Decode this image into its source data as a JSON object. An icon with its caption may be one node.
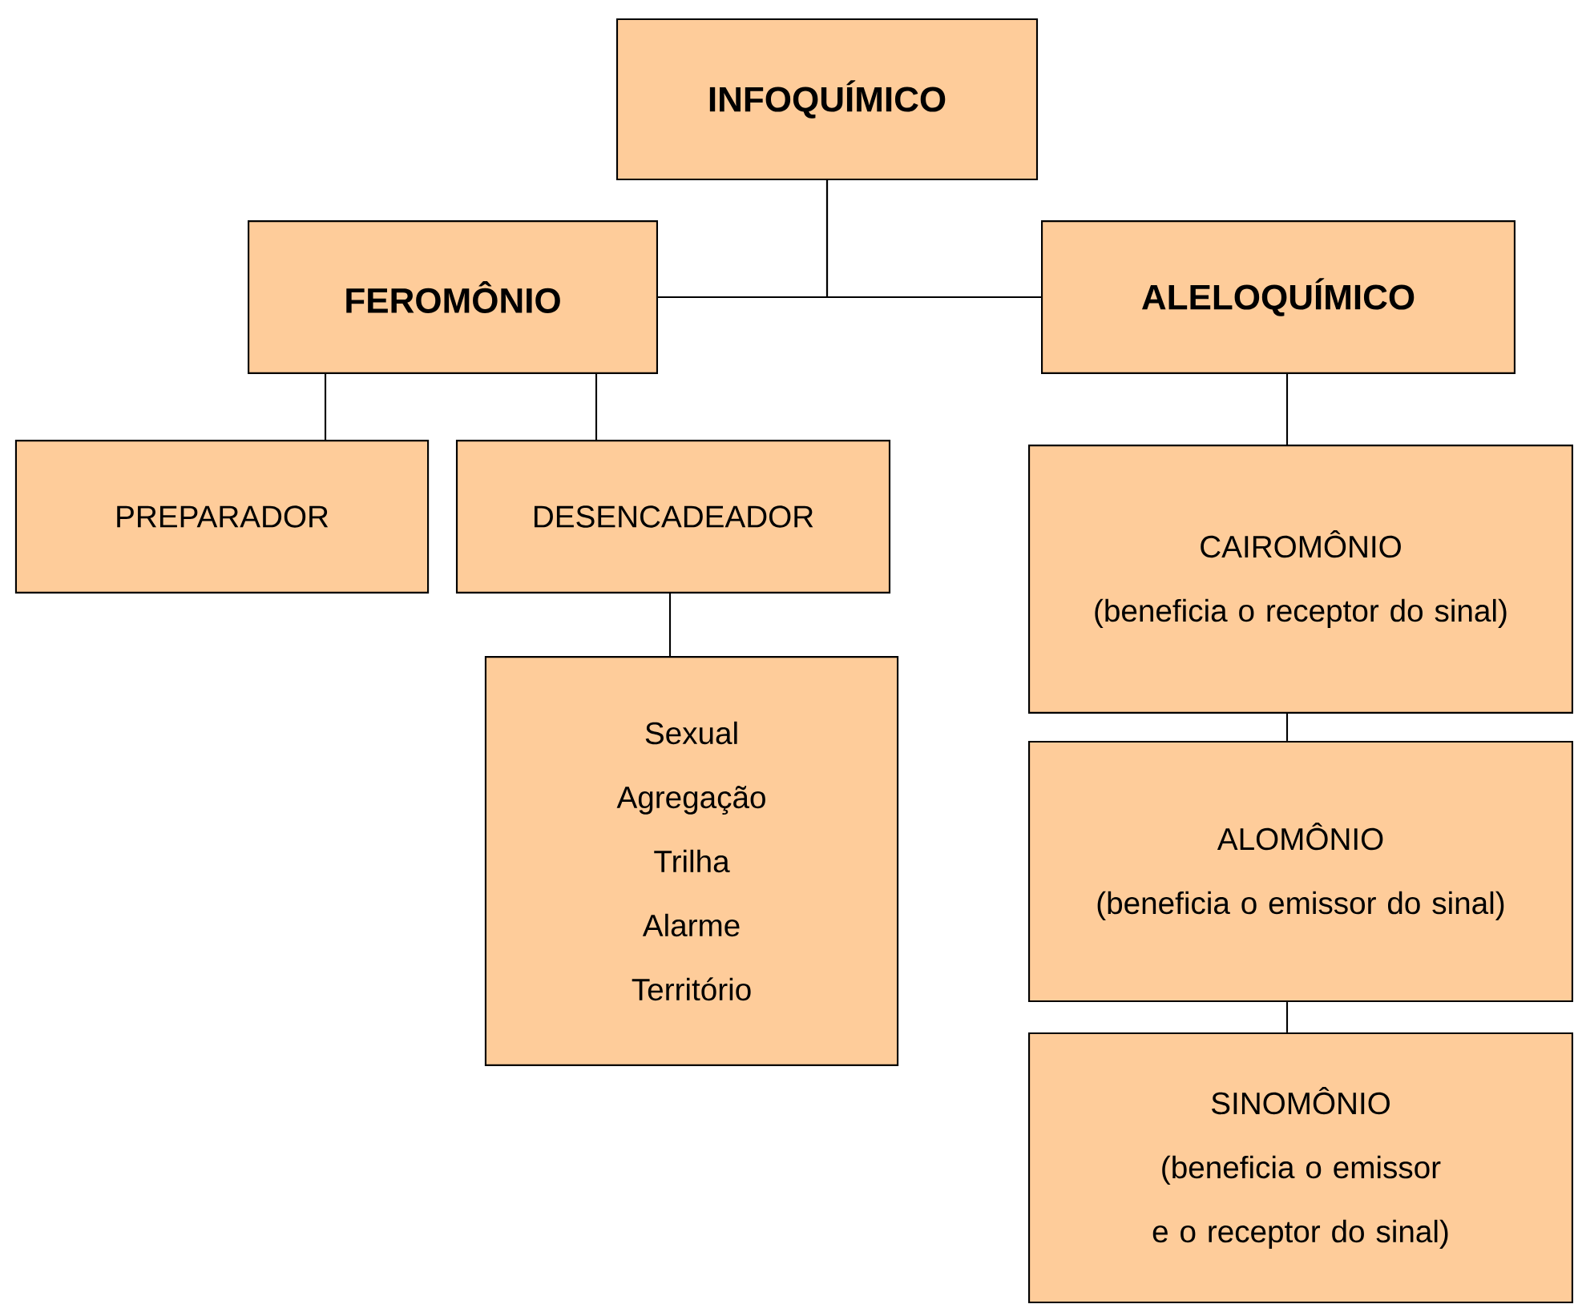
{
  "diagram": {
    "nodes": [
      {
        "text": [
          "INFOQUÍMICO"
        ]
      },
      {
        "text": [
          "FEROMÔNIO"
        ]
      },
      {
        "text": [
          "ALELOQUÍMICO"
        ]
      },
      {
        "text": [
          "PREPARADOR"
        ]
      },
      {
        "text": [
          "DESENCADEADOR"
        ]
      },
      {
        "text": [
          "Sexual",
          "Agregação",
          "Trilha",
          "Alarme",
          "Território"
        ]
      },
      {
        "text": [
          "CAIROMÔNIO",
          "(beneficia o receptor do sinal)"
        ]
      },
      {
        "text": [
          "ALOMÔNIO",
          "(beneficia o emissor do sinal)"
        ]
      },
      {
        "text": [
          "SINOMÔNIO",
          "(beneficia o emissor e o receptor do sinal)"
        ]
      }
    ],
    "edges": [
      {
        "from": 0,
        "to": 1,
        "arrow": "none"
      },
      {
        "from": 0,
        "to": 2,
        "arrow": "none"
      },
      {
        "from": 1,
        "to": 3,
        "arrow": "none"
      },
      {
        "from": 1,
        "to": 4,
        "arrow": "none"
      },
      {
        "from": 4,
        "to": 5,
        "arrow": "none"
      },
      {
        "from": 2,
        "to": 6,
        "arrow": "none"
      },
      {
        "from": 6,
        "to": 7,
        "arrow": "none"
      },
      {
        "from": 7,
        "to": 8,
        "arrow": "none"
      }
    ]
  }
}
